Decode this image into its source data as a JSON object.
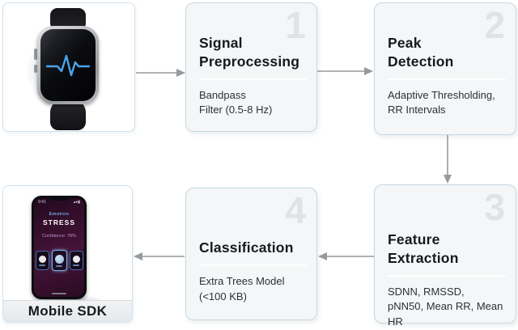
{
  "palette": {
    "card_border": "#cfe3f0",
    "step_box_bg": "#f4f6f7",
    "step_box_border": "#c6d9e3",
    "step_number_color": "#e0e3e6",
    "title_color": "#17191c",
    "subtitle_color": "#2c3135",
    "divider_color": "#ffffff",
    "arrow_color": "#97999b",
    "ecg_blue": "#4aa4ec",
    "phone_screen_purple": "#451337",
    "sdk_bar_bg": "#e9ebed"
  },
  "steps": [
    {
      "number": "1",
      "title_lines": [
        "Signal",
        "Preprocessing"
      ],
      "subtitle_lines": [
        "Bandpass",
        "Filter (0.5-8 Hz)"
      ]
    },
    {
      "number": "2",
      "title_lines": [
        "Peak",
        "Detection"
      ],
      "subtitle_lines": [
        "Adaptive Thresholding,",
        "RR Intervals"
      ]
    },
    {
      "number": "3",
      "title_lines": [
        "Feature",
        "Extraction"
      ],
      "subtitle_lines": [
        "SDNN, RMSSD,",
        "pNN50, Mean RR, Mean",
        "HR"
      ]
    },
    {
      "number": "4",
      "title_lines": [
        "Classification"
      ],
      "subtitle_lines": [
        "Extra Trees Model",
        "(<100 KB)"
      ]
    }
  ],
  "output_device": {
    "label": "Mobile SDK",
    "screen": {
      "status_time": "9:41",
      "heading": "Emotion",
      "state": "STRESS",
      "confidence": "Confidence: 78%"
    }
  }
}
